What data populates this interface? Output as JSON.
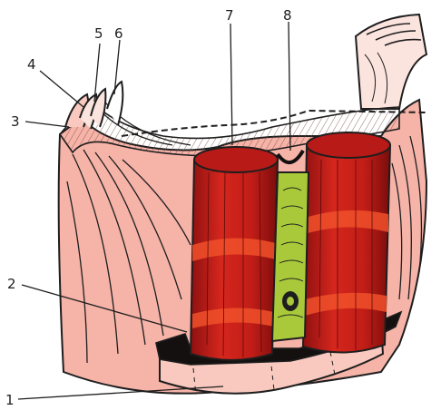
{
  "figure": {
    "labels": [
      {
        "id": "1",
        "text": "1"
      },
      {
        "id": "2",
        "text": "2"
      },
      {
        "id": "3",
        "text": "3"
      },
      {
        "id": "4",
        "text": "4"
      },
      {
        "id": "5",
        "text": "5"
      },
      {
        "id": "6",
        "text": "6"
      },
      {
        "id": "7",
        "text": "7"
      },
      {
        "id": "8",
        "text": "8"
      }
    ]
  },
  "colors": {
    "outline": "#1e1e1e",
    "skin_pink": "#f6b3a8",
    "skin_light": "#f9c9bf",
    "muscle_red": "#c8201c",
    "muscle_dark": "#8e1010",
    "muscle_band": "#f0502a",
    "linea_alba_green": "#a9c93a",
    "sheath_black": "#151010"
  }
}
